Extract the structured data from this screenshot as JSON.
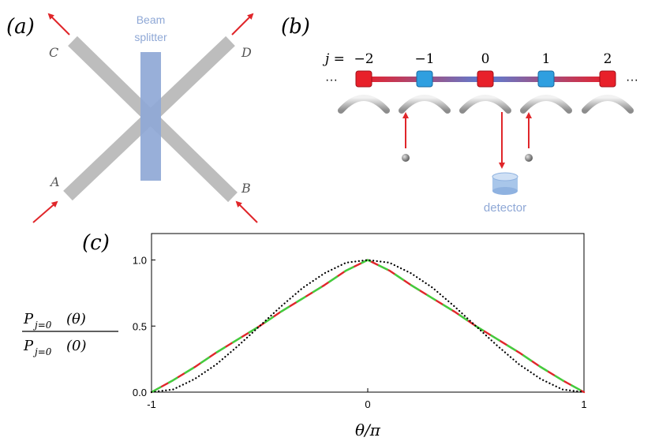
{
  "panel_a": {
    "label": "(a)",
    "beam_splitter_line1": "Beam",
    "beam_splitter_line2": "splitter",
    "port_c": "C",
    "port_d": "D",
    "port_a": "A",
    "port_b": "B"
  },
  "panel_b": {
    "label": "(b)",
    "index_prefix": "j = ",
    "indices": [
      "−2",
      "−1",
      "0",
      "1",
      "2"
    ],
    "ellipsis_left": "···",
    "ellipsis_right": "···",
    "detector_label": "detector"
  },
  "panel_c": {
    "label": "(c)",
    "ylabel_numerator": "P",
    "ylabel_numerator_sub": "j=0",
    "ylabel_numerator_arg": "(θ)",
    "ylabel_denominator": "P",
    "ylabel_denominator_sub": "j=0",
    "ylabel_denominator_arg": "(0)",
    "xlabel": "θ/π"
  },
  "colors": {
    "beam_gray": "#bdbdbd",
    "splitter_blue": "#8fa8d6",
    "arrow_red": "#e0262a",
    "site_red": "#e8202a",
    "site_blue": "#2f9fe0",
    "detector_blue": "#a8c6ea",
    "curve_red": "#e0262a",
    "curve_green": "#3ed13e",
    "curve_black": "#000000"
  },
  "chart_data": {
    "type": "line",
    "xlabel": "θ/π",
    "ylabel": "P_{j=0}(θ) / P_{j=0}(0)",
    "xlim": [
      -1,
      1
    ],
    "ylim": [
      0,
      1.2
    ],
    "x_ticks": [
      -1,
      0,
      1
    ],
    "x_tick_labels": [
      "-1",
      "0",
      "1"
    ],
    "y_ticks": [
      0.0,
      0.5,
      1.0
    ],
    "y_tick_labels": [
      "0.0",
      "0.5",
      "1.0"
    ],
    "grid": false,
    "x": [
      -1.0,
      -0.9,
      -0.8,
      -0.7,
      -0.6,
      -0.5,
      -0.4,
      -0.3,
      -0.2,
      -0.1,
      0.0,
      0.1,
      0.2,
      0.3,
      0.4,
      0.5,
      0.6,
      0.7,
      0.8,
      0.9,
      1.0
    ],
    "series": [
      {
        "style": "solid",
        "color": "#e0262a",
        "values": [
          0.0,
          0.09,
          0.19,
          0.3,
          0.4,
          0.5,
          0.61,
          0.71,
          0.81,
          0.92,
          1.0,
          0.92,
          0.81,
          0.71,
          0.61,
          0.5,
          0.4,
          0.3,
          0.19,
          0.09,
          0.0
        ]
      },
      {
        "style": "dashed",
        "color": "#3ed13e",
        "values": [
          0.0,
          0.09,
          0.19,
          0.3,
          0.4,
          0.5,
          0.61,
          0.71,
          0.81,
          0.92,
          1.0,
          0.92,
          0.81,
          0.71,
          0.61,
          0.5,
          0.4,
          0.3,
          0.19,
          0.09,
          0.0
        ]
      },
      {
        "style": "dotted",
        "color": "#000000",
        "values": [
          0.0,
          0.02,
          0.1,
          0.21,
          0.35,
          0.5,
          0.65,
          0.79,
          0.9,
          0.98,
          1.0,
          0.98,
          0.9,
          0.79,
          0.65,
          0.5,
          0.35,
          0.21,
          0.1,
          0.02,
          0.0
        ]
      }
    ]
  }
}
